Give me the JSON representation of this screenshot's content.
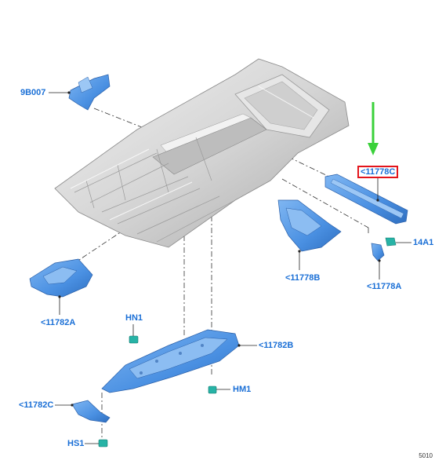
{
  "diagram": {
    "callouts": [
      {
        "id": "9B007",
        "text": "9B007"
      },
      {
        "id": "11778C",
        "text": "<11778C",
        "highlighted": true
      },
      {
        "id": "14A1",
        "text": "14A1"
      },
      {
        "id": "11778B",
        "text": "<11778B"
      },
      {
        "id": "11778A",
        "text": "<11778A"
      },
      {
        "id": "11782A",
        "text": "<11782A"
      },
      {
        "id": "HN1",
        "text": "HN1"
      },
      {
        "id": "11782B",
        "text": "<11782B"
      },
      {
        "id": "HM1",
        "text": "HM1"
      },
      {
        "id": "11782C",
        "text": "<11782C"
      },
      {
        "id": "HS1",
        "text": "HS1"
      }
    ],
    "reference_number": "5010",
    "colors": {
      "label_blue": "#1a6fd6",
      "part_blue": "#4a90e2",
      "part_blue_dark": "#2f6fc0",
      "body_gray": "#d9d9d9",
      "highlight_red": "#e3141b",
      "arrow_green": "#3ad13a",
      "fastener_teal": "#27b3a6"
    }
  }
}
